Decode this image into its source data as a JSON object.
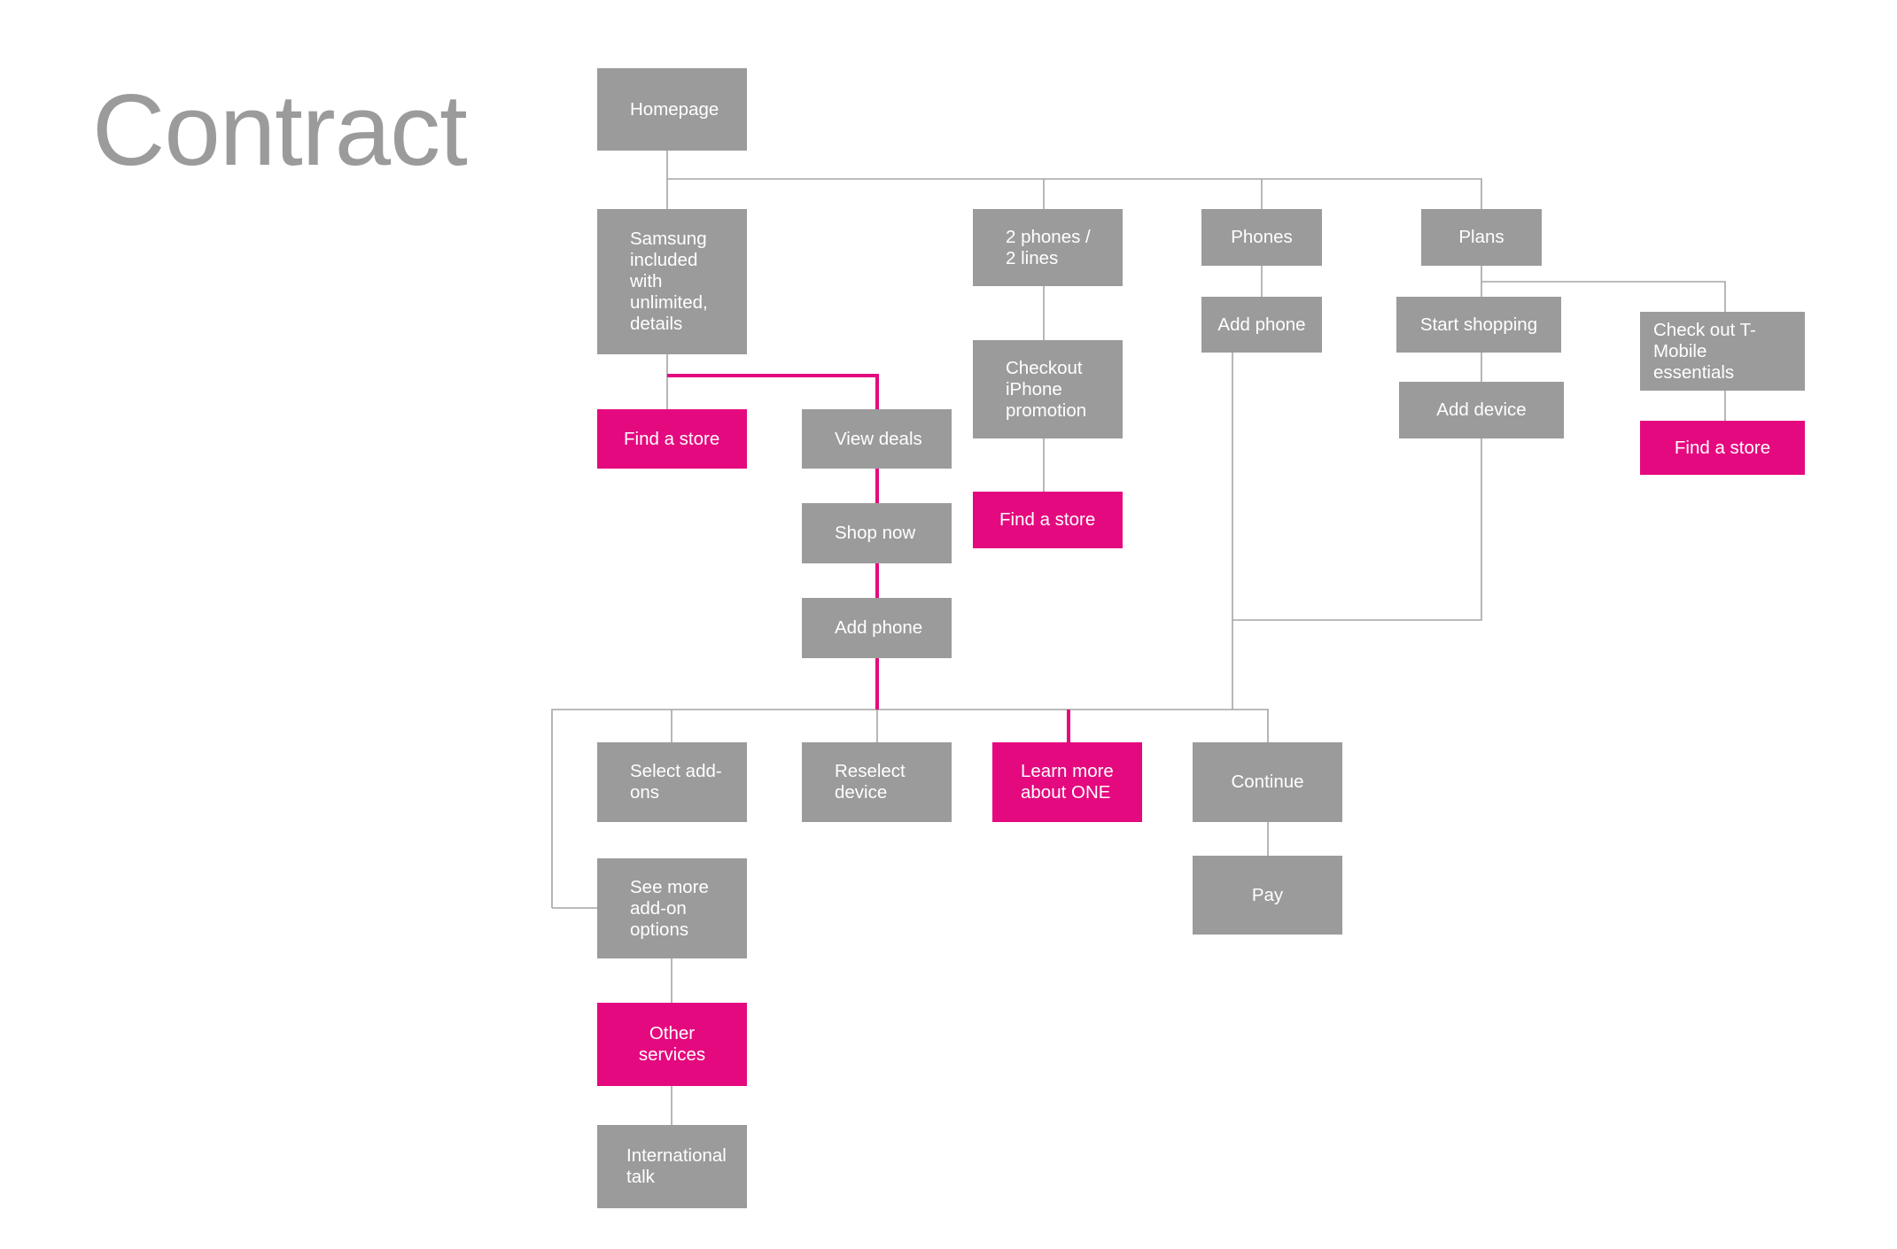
{
  "title": "Contract",
  "colors": {
    "node": "#9b9b9b",
    "highlight": "#e4097e",
    "line": "#a5a5a5",
    "title": "#9b9b9b"
  },
  "nodes": {
    "homepage": "Homepage",
    "samsung_details": "Samsung\nincluded\nwith\nunlimited,\ndetails",
    "two_phones": "2 phones /\n2 lines",
    "phones": "Phones",
    "plans": "Plans",
    "find_store_1": "Find a store",
    "view_deals": "View deals",
    "shop_now": "Shop now",
    "add_phone_main": "Add phone",
    "checkout_iphone": "Checkout\niPhone\npromotion",
    "find_store_2": "Find a store",
    "add_phone_phones": "Add phone",
    "start_shopping": "Start shopping",
    "add_device": "Add device",
    "check_out_essentials": "Check out T-\nMobile essentials",
    "find_store_3": "Find a store",
    "select_addons": "Select add-\nons",
    "reselect_device": "Reselect\ndevice",
    "learn_more_one": "Learn more\nabout ONE",
    "continue": "Continue",
    "pay": "Pay",
    "see_more_addons": "See more\nadd-on\noptions",
    "other_services": "Other\nservices",
    "international_talk": "International\ntalk"
  }
}
